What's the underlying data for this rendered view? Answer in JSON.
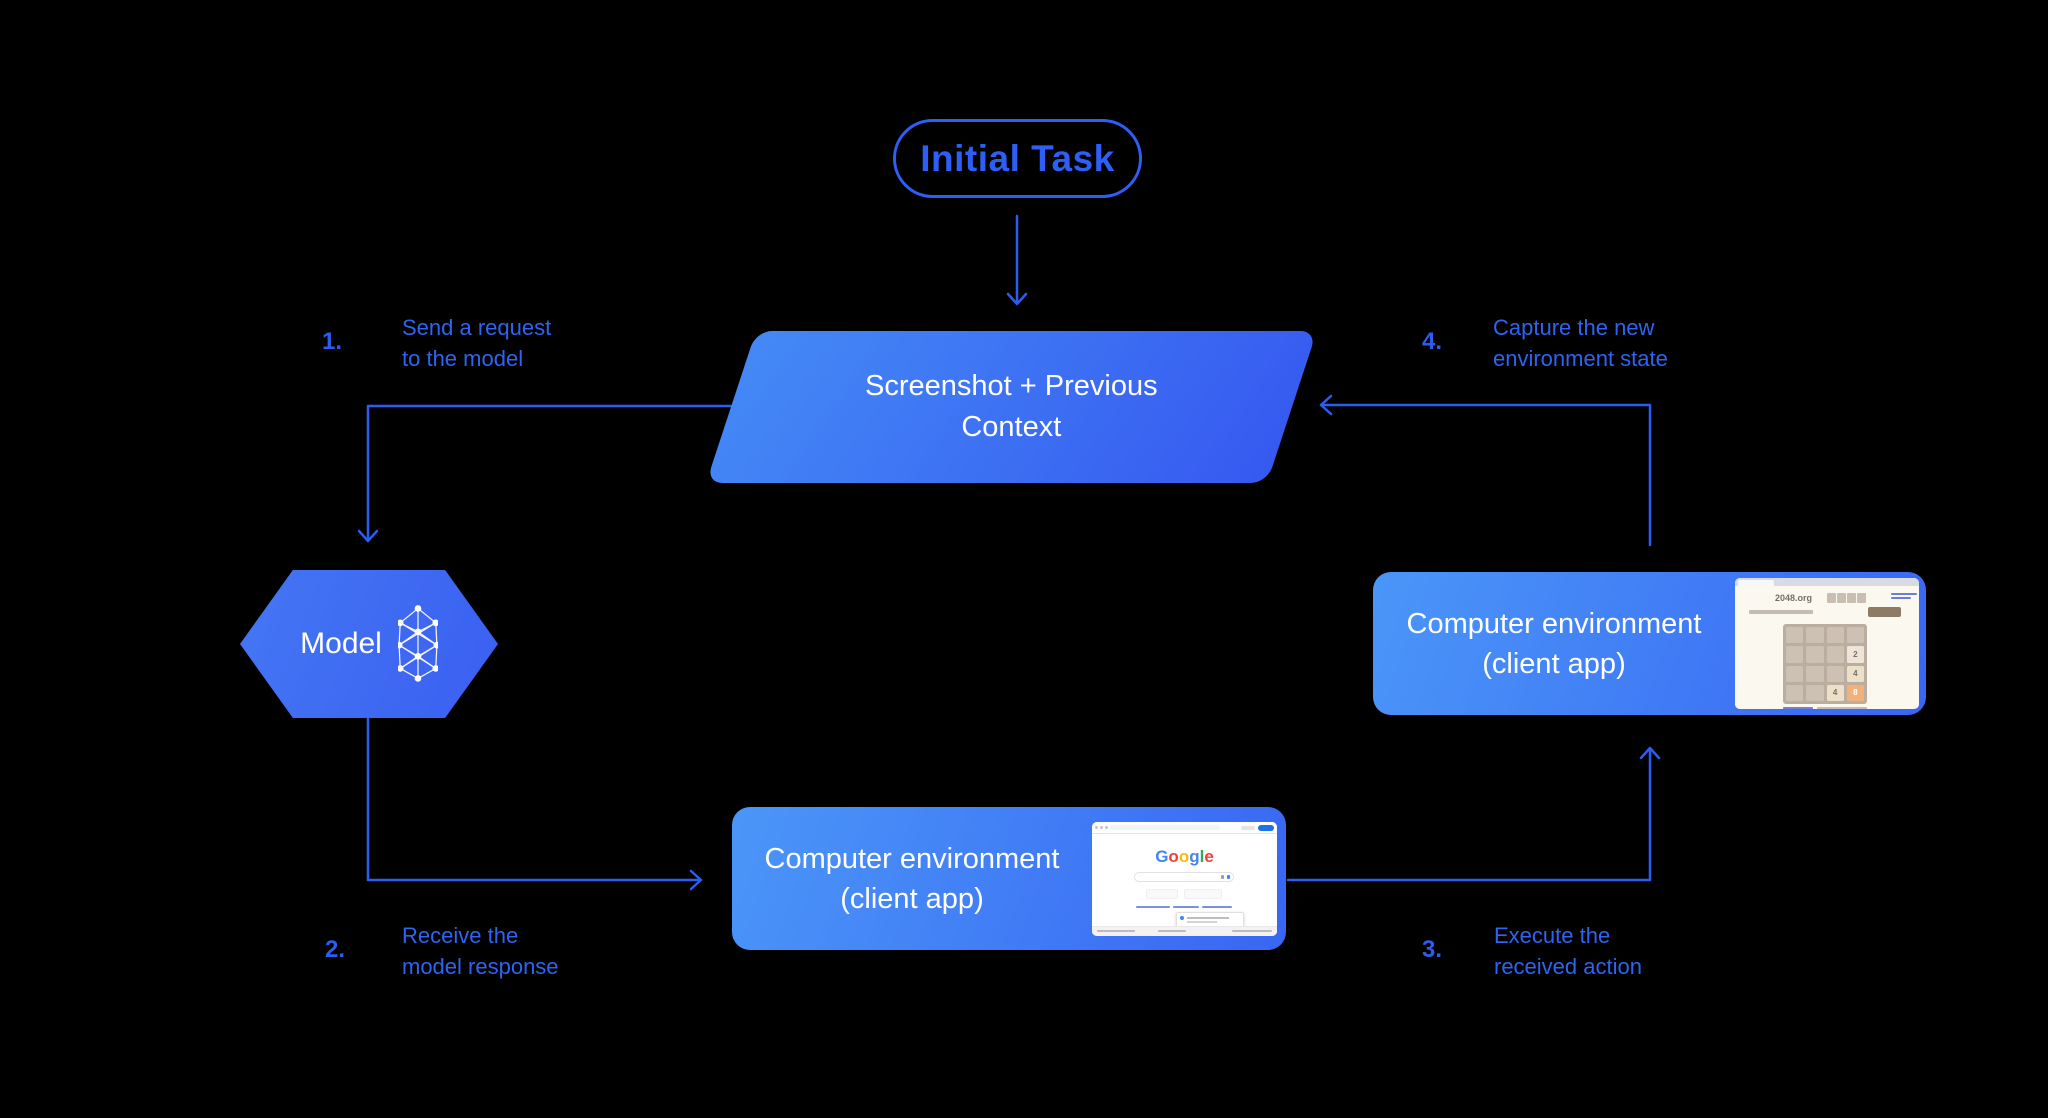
{
  "colors": {
    "background": "#000000",
    "accent_line": "#2d5cf2",
    "label_text": "#2f63f3",
    "pill": "#2d5ff6",
    "box_gradient_start": "#4b96f8",
    "box_gradient_end": "#3866f3",
    "para_gradient_start": "#4489f6",
    "para_gradient_end": "#3659f0",
    "hex_gradient_start": "#4477f4",
    "hex_gradient_end": "#3a5ff1",
    "google_blue": "#1a73e8",
    "white": "#ffffff"
  },
  "initial_task": {
    "label": "Initial Task"
  },
  "context_block": {
    "line1": "Screenshot + Previous",
    "line2": "Context"
  },
  "model_block": {
    "label": "Model",
    "icon": "neural-network-icon"
  },
  "steps": [
    {
      "number": "1.",
      "line1": "Send a request",
      "line2": "to the model"
    },
    {
      "number": "2.",
      "line1": "Receive the",
      "line2": "model response"
    },
    {
      "number": "3.",
      "line1": "Execute the",
      "line2": "received action"
    },
    {
      "number": "4.",
      "line1": "Capture the new",
      "line2": "environment state"
    }
  ],
  "env_box_right": {
    "line1": "Computer environment",
    "line2": "(client app)",
    "screenshot": "2048-game"
  },
  "env_box_bottom": {
    "line1": "Computer environment",
    "line2": "(client app)",
    "screenshot": "google-homepage"
  },
  "game_screenshot": {
    "site": "2048.org",
    "tiles": [
      {
        "row": 2,
        "col": 4,
        "value": "2"
      },
      {
        "row": 3,
        "col": 4,
        "value": "4"
      },
      {
        "row": 4,
        "col": 3,
        "value": "4"
      },
      {
        "row": 4,
        "col": 4,
        "value": "8"
      }
    ]
  },
  "google_screenshot": {
    "logo": [
      "G",
      "o",
      "o",
      "g",
      "l",
      "e"
    ]
  }
}
